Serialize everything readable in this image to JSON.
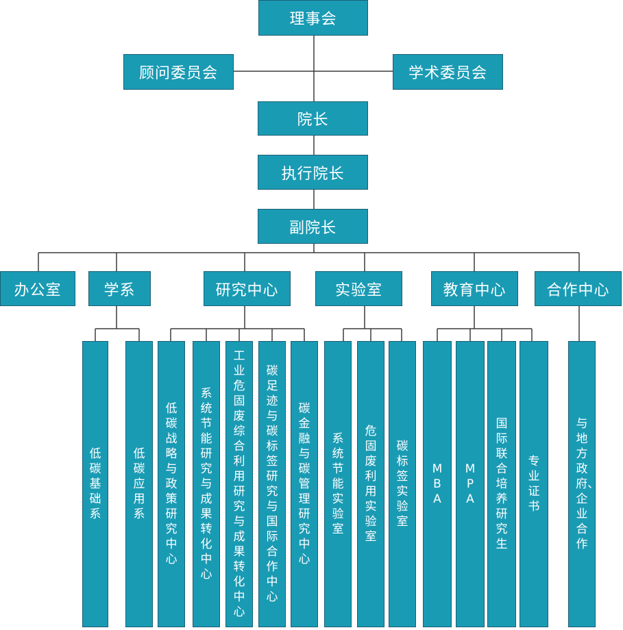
{
  "nodes": {
    "board": "理事会",
    "advisory": "顾问委员会",
    "academic": "学术委员会",
    "dean": "院长",
    "exec_dean": "执行院长",
    "vice_dean": "副院长",
    "office": "办公室",
    "department": "学系",
    "research": "研究中心",
    "lab": "实验室",
    "education": "教育中心",
    "cooperation": "合作中心"
  },
  "department_items": [
    "低碳基础系",
    "低碳应用系"
  ],
  "research_items": [
    "低碳战略与政策研究中心",
    "系统节能研究与成果转化中心",
    "工业危固废综合利用研究与成果转化中心",
    "碳足迹与碳标签研究与国际合作中心",
    "碳金融与碳管理研究中心"
  ],
  "lab_items": [
    "系统节能实验室",
    "危固废利用实验室",
    "碳标签实验室"
  ],
  "education_items": [
    "MBA",
    "MPA",
    "国际联合培养研究生",
    "专业证书"
  ],
  "cooperation_items": [
    "与地方政府、企业合作"
  ],
  "colors": {
    "box_fill": "#1a9bb4",
    "box_border": "#1b5f74",
    "line": "#3b3b3b",
    "text": "#ffffff"
  }
}
